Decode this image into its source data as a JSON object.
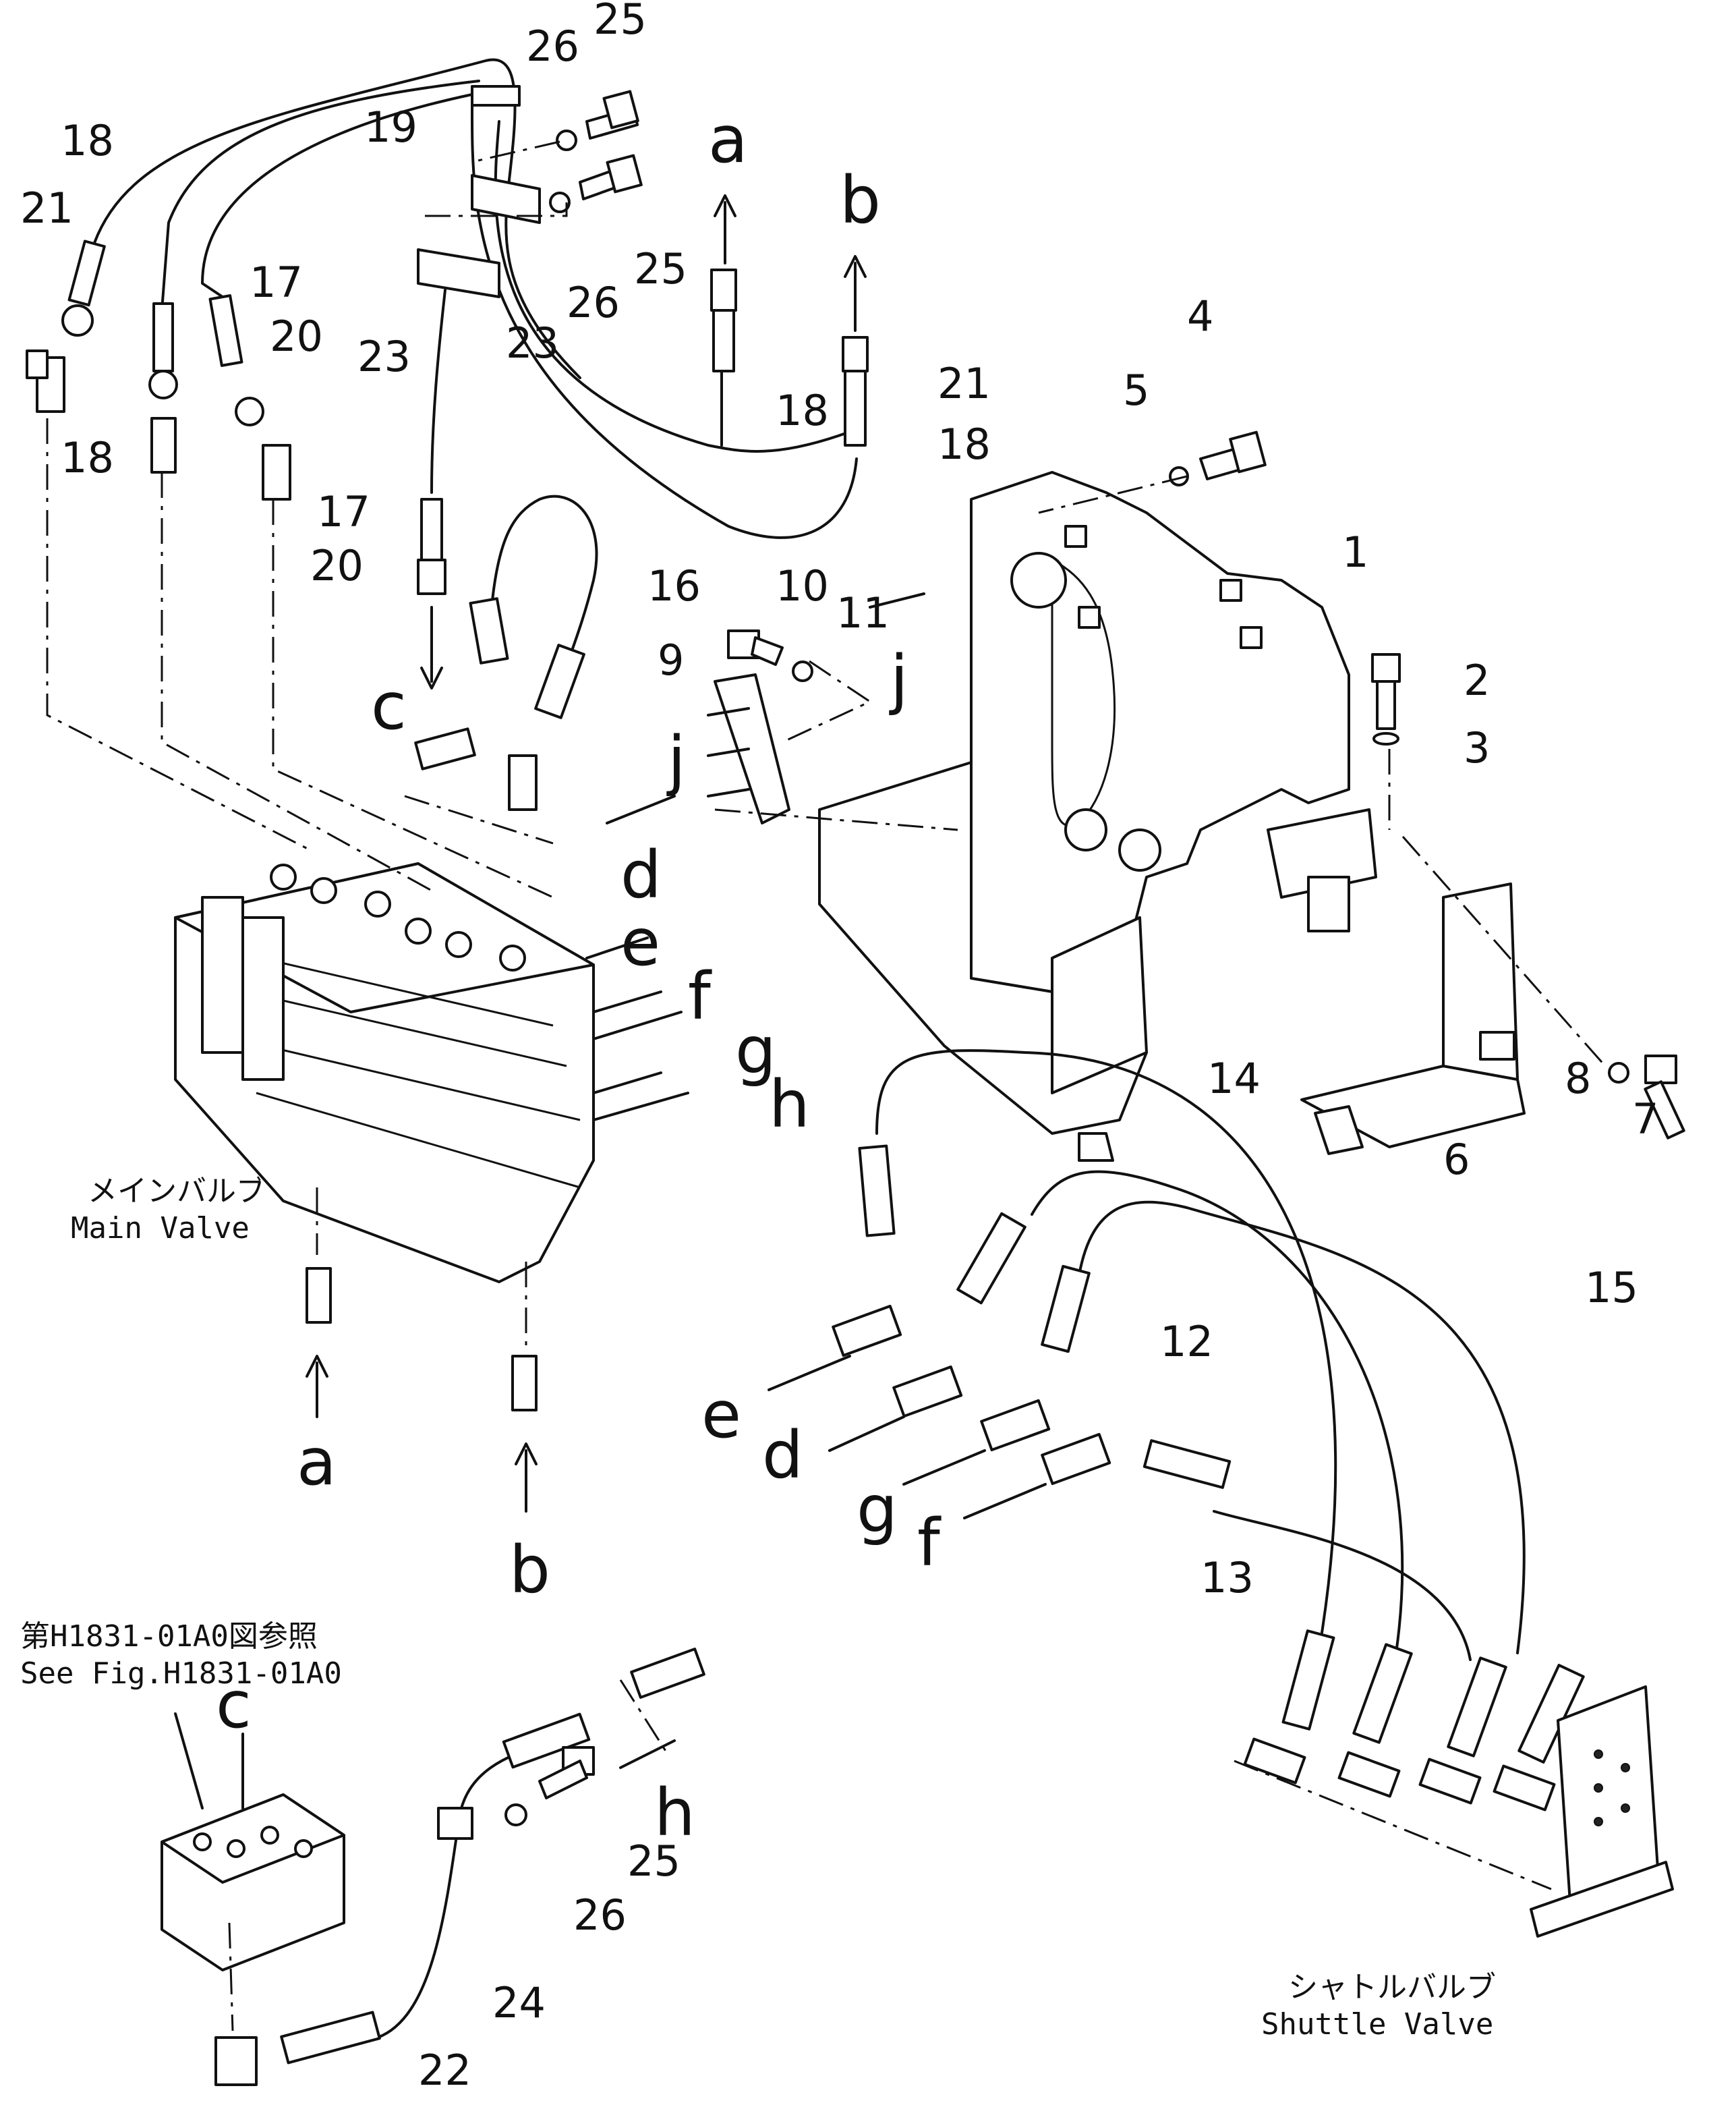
{
  "labels": {
    "main_valve_jp": "メインバルブ",
    "main_valve_en": "Main Valve",
    "shuttle_valve_jp": "シャトルバルブ",
    "shuttle_valve_en": "Shuttle Valve",
    "ref_jp": "第H1831-01A0図参照",
    "ref_en": "See Fig.H1831-01A0"
  },
  "parts": {
    "p1": "1",
    "p2": "2",
    "p3": "3",
    "p4": "4",
    "p5": "5",
    "p6": "6",
    "p7": "7",
    "p8": "8",
    "p9": "9",
    "p10": "10",
    "p11": "11",
    "p12": "12",
    "p13": "13",
    "p14": "14",
    "p15": "15",
    "p16": "16",
    "p17": "17",
    "p18": "18",
    "p19": "19",
    "p20": "20",
    "p21": "21",
    "p22": "22",
    "p23": "23",
    "p24": "24",
    "p25": "25",
    "p26": "26"
  },
  "letters": {
    "a": "a",
    "b": "b",
    "c": "c",
    "d": "d",
    "e": "e",
    "f": "f",
    "g": "g",
    "h": "h",
    "j": "j"
  }
}
